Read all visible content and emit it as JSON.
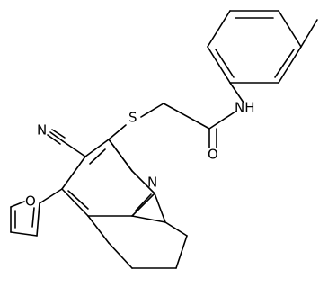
{
  "molecule": {
    "atom_labels": {
      "sulfur": "S",
      "amide_oxygen": "O",
      "amide_nh": "NH",
      "nitrile_n": "N",
      "pyridine_n": "N",
      "furan_o": "O"
    }
  },
  "colors": {
    "bond": "#000000",
    "background": "#ffffff"
  }
}
